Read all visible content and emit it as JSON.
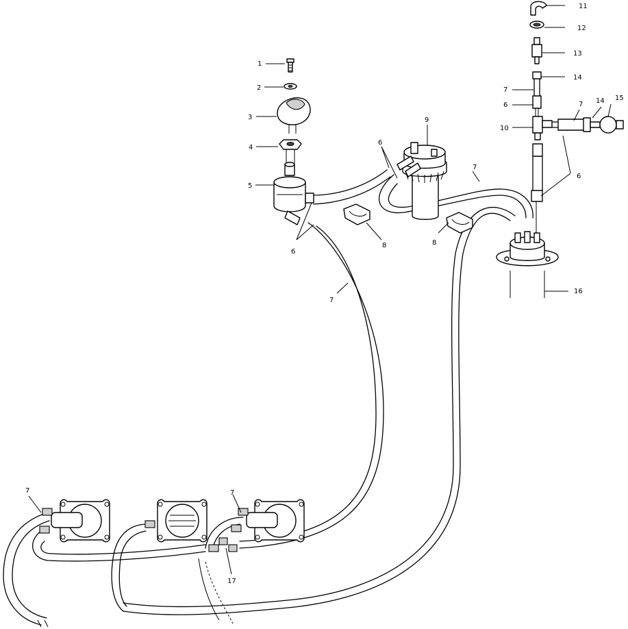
{
  "callouts": {
    "n1": "1",
    "n2": "2",
    "n3": "3",
    "n4": "4",
    "n5": "5",
    "n6a": "6",
    "n6b": "6",
    "n6c": "6",
    "n6d": "6",
    "n7a": "7",
    "n7b": "7",
    "n7c": "7",
    "n7d": "7",
    "n7e": "7",
    "n7f": "7",
    "n8a": "8",
    "n8b": "8",
    "n9": "9",
    "n10a": "10",
    "n11": "11",
    "n12": "12",
    "n13": "13",
    "n14a": "14",
    "n14b": "14",
    "n15": "15",
    "n16": "16",
    "n17": "17"
  }
}
